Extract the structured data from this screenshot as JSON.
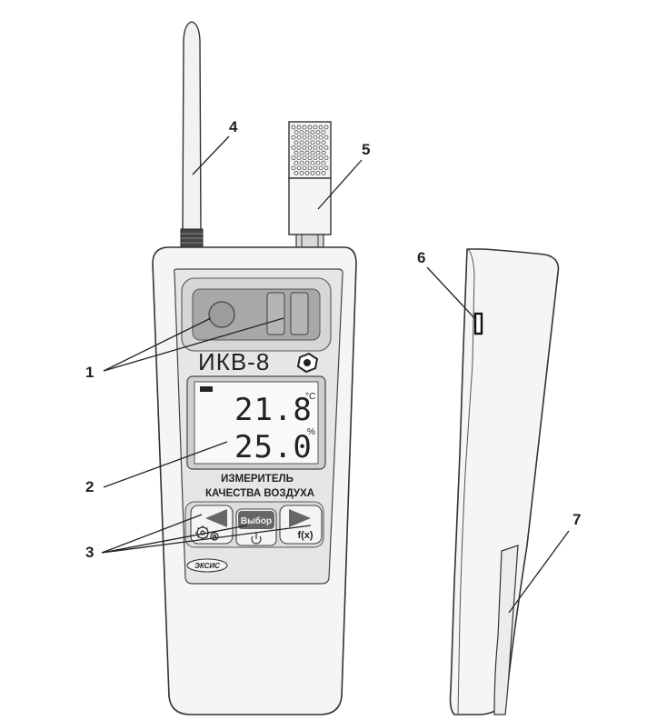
{
  "device": {
    "model": "ИКВ-8",
    "caption_line1": "ИЗМЕРИТЕЛЬ",
    "caption_line2": "КАЧЕСТВА ВОЗДУХА",
    "brand": "ЭКСИС"
  },
  "display": {
    "value1": "21.8",
    "unit1": "°C",
    "value2": "25.0",
    "unit2": "%",
    "battery_icon": "battery-icon"
  },
  "buttons": {
    "select_label": "Выбор",
    "function_label": "f(x)",
    "left_icon": "triangle-left-icon",
    "settings_icon": "gears-icon",
    "power_icon": "power-icon",
    "right_icon": "triangle-right-icon"
  },
  "callouts": [
    "1",
    "2",
    "3",
    "4",
    "5",
    "6",
    "7"
  ]
}
